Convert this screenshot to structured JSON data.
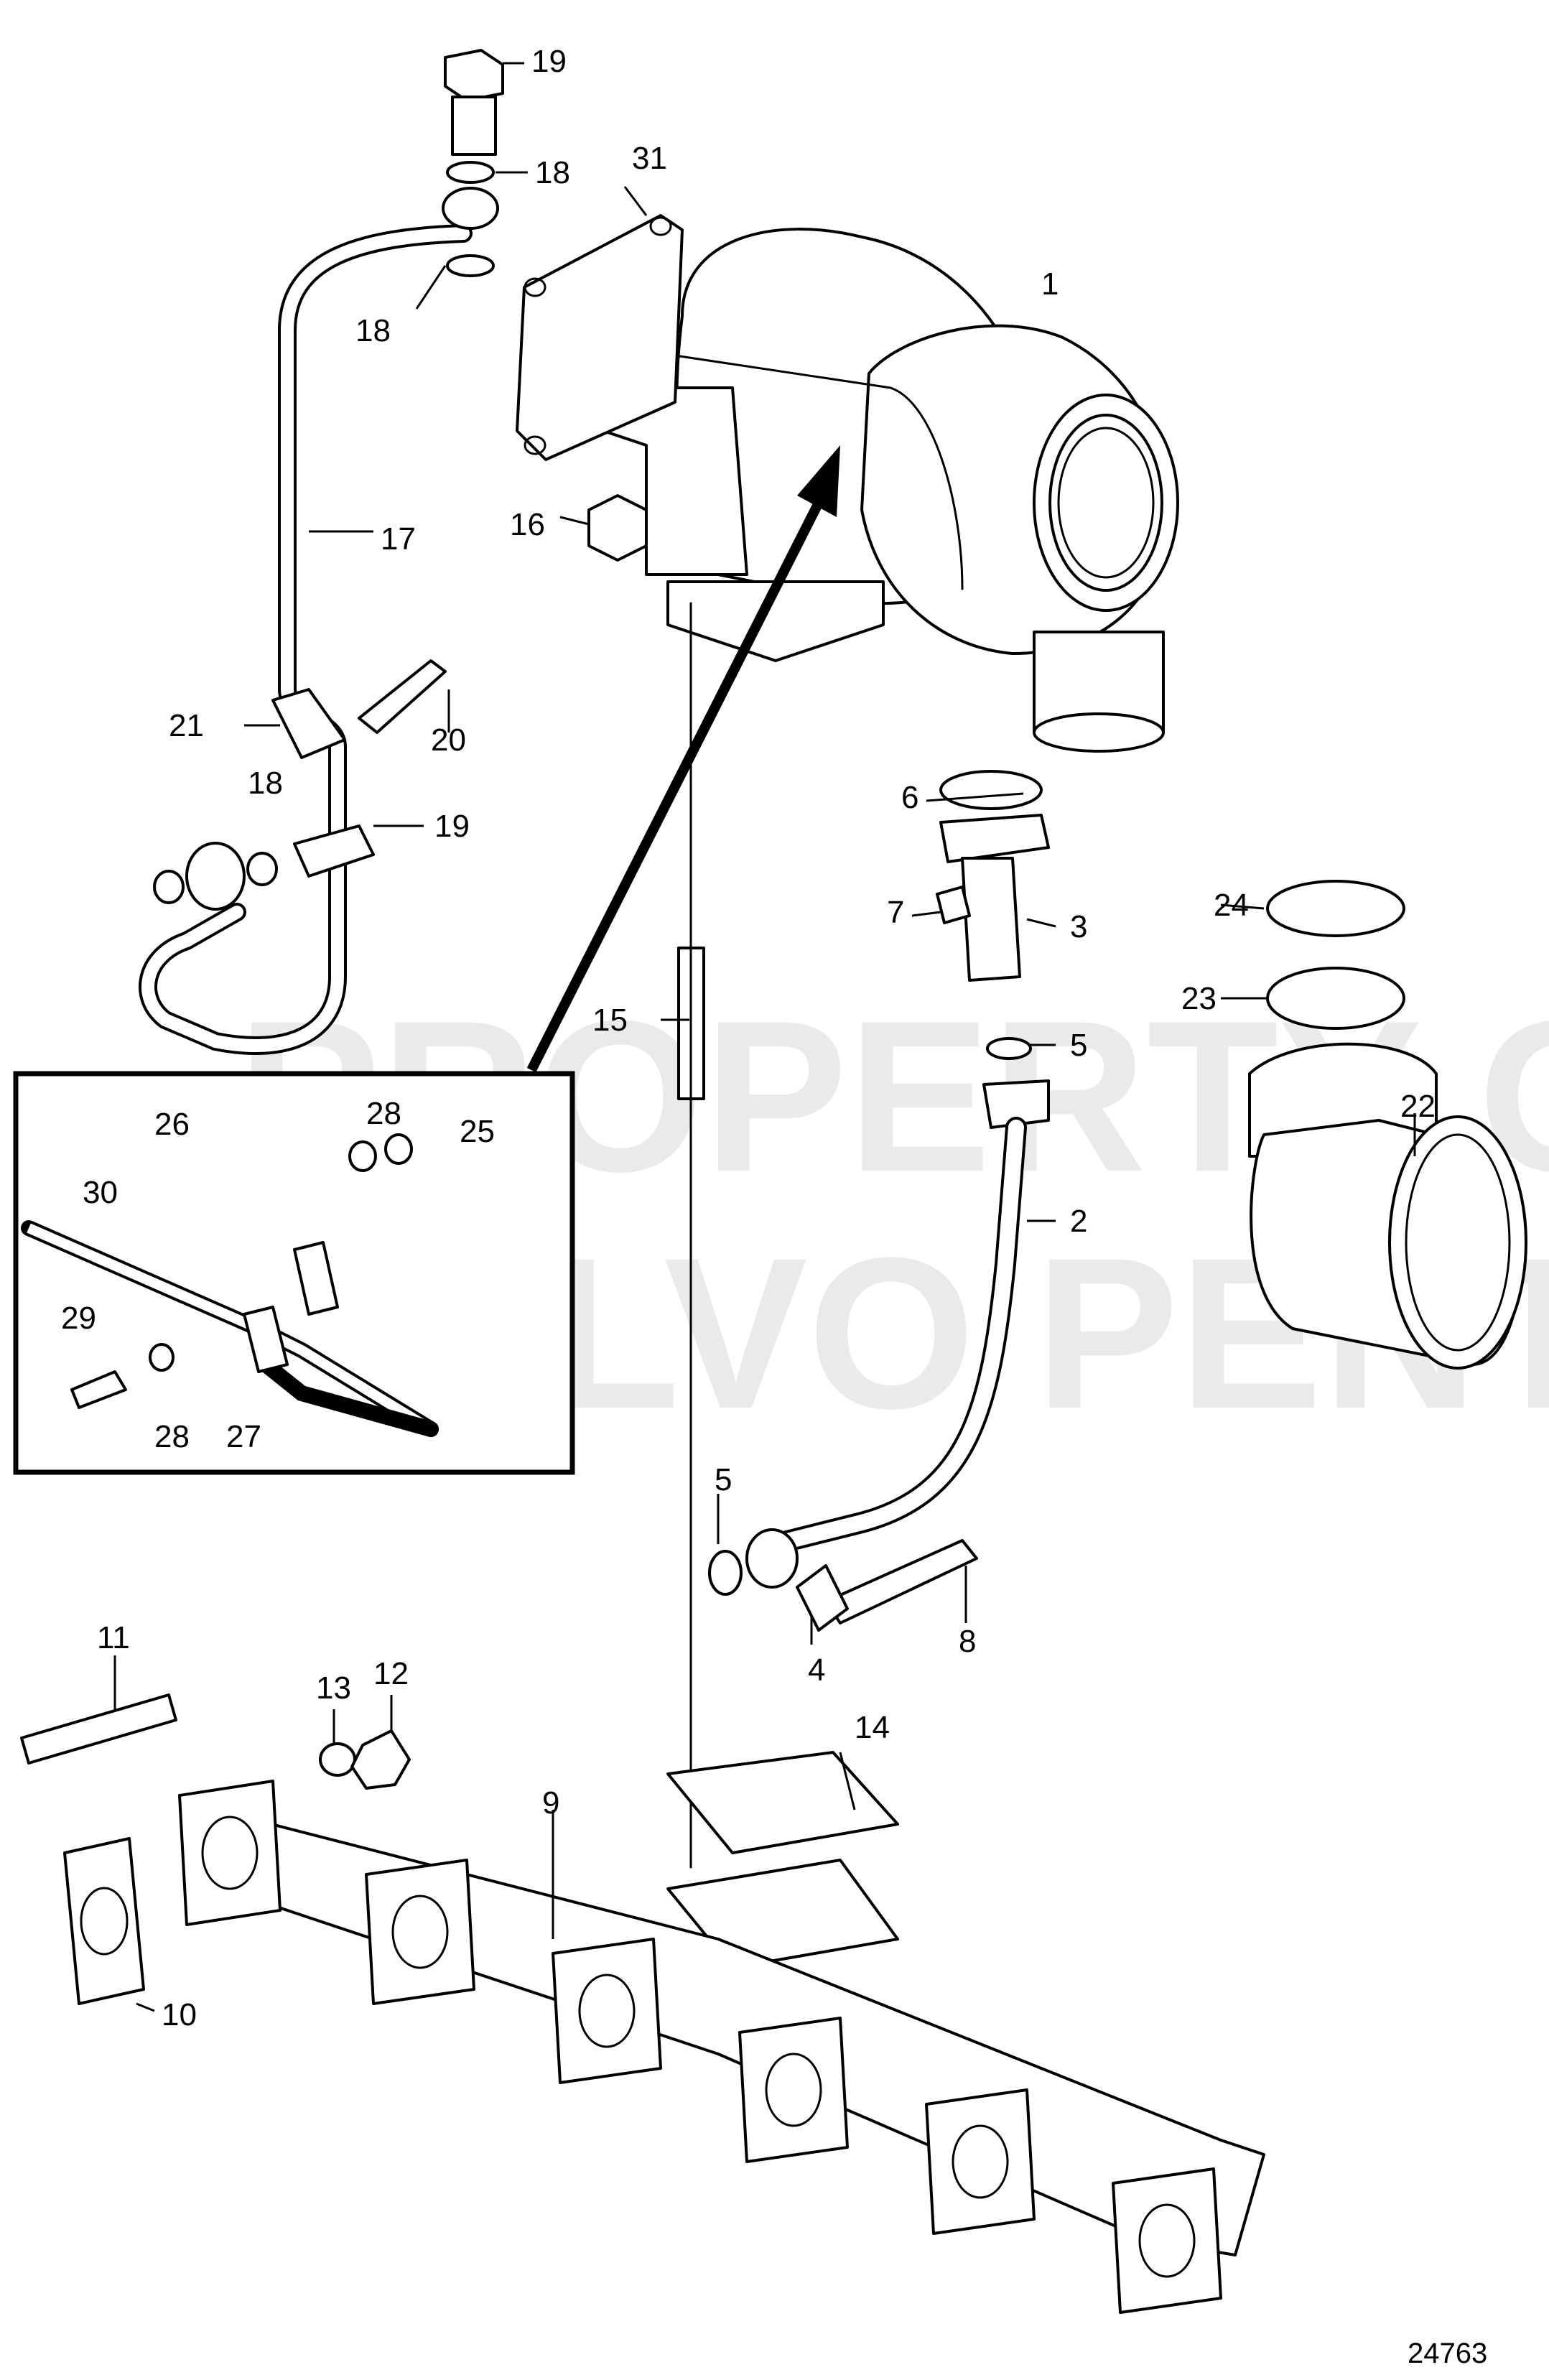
{
  "watermark": {
    "line1": "PROPERTY OF",
    "line2": "VOLVO PENTA"
  },
  "document_number": "24763",
  "callouts": [
    "1",
    "2",
    "3",
    "4",
    "5",
    "5",
    "6",
    "7",
    "8",
    "9",
    "10",
    "11",
    "12",
    "13",
    "14",
    "15",
    "16",
    "17",
    "18",
    "18",
    "18",
    "19",
    "19",
    "20",
    "21",
    "22",
    "23",
    "24",
    "25",
    "26",
    "27",
    "28",
    "28",
    "29",
    "30",
    "31"
  ]
}
